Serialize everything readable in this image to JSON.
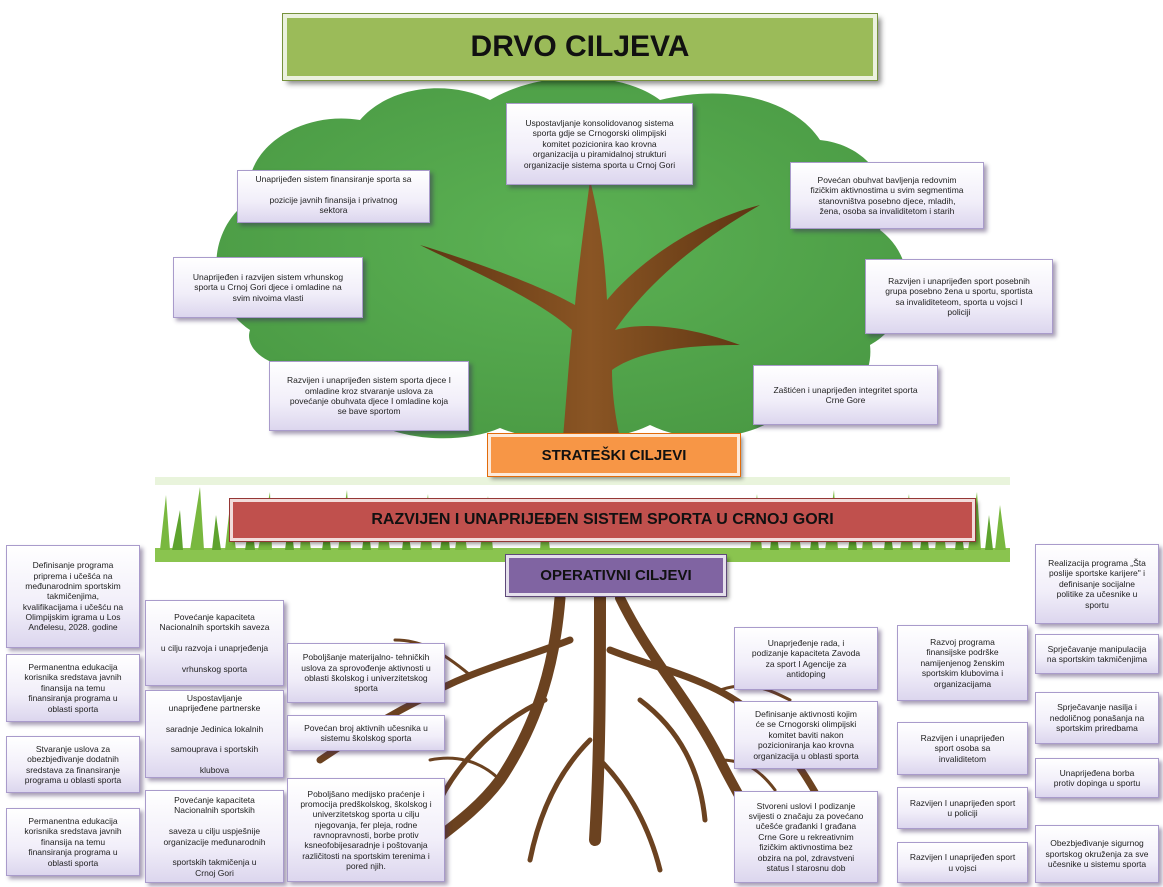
{
  "title": "DRVO CILJEVA",
  "strateski_label": "STRATEŠKI CILJEVI",
  "main_goal": "RAZVIJEN I UNAPRIJEĐEN SISTEM SPORTA U CRNOJ GORI",
  "operativni_label": "OPERATIVNI CILJEVI",
  "strategic_goals": [
    "Uspostavljanje konsolidovanog sistema\nsporta gdje se Crnogorski olimpijski\nkomitet pozicionira kao krovna\norganizacija u piramidalnoj strukturi\norganizacije sistema sporta u Crnoj Gori",
    "Unaprijeđen sistem finansiranje sporta sa\n\npozicije javnih  finansija i privatnog\nsektora",
    "Povećan obuhvat bavljenja redovnim\nfizičkim aktivnostima u svim segmentima\nstanovništva posebno djece, mladih,\nžena, osoba sa invaliditetom i starih",
    "Unaprijeđen i razvijen sistem vrhunskog\nsporta u Crnoj Gori djece i omladine na\nsvim nivoima vlasti",
    "Razvijen i unaprijeđen sport posebnih\ngrupa posebno žena u sportu, sportista\nsa invaliditeteom, sporta u  vojsci I\npoliciji",
    "Razvijen i unaprijeđen sistem sporta djece I\nomladine kroz stvaranje uslova za\npovećanje obuhvata djece I omladine koja\nse bave sportom",
    "Zaštićen i unaprijeđen integritet sporta\nCrne Gore"
  ],
  "operational_goals": [
    "Definisanje programa\npriprema i učešća na\nmeđunarodnim sportskim\ntakmičenjima,\nkvalifikacijama i učešću na\nOlimpijskim igrama u Los\nAnđelesu, 2028. godine",
    "Permanentna edukacija\nkorisnika sredstava javnih\nfinansija na temu\nfinansiranja programa u\noblasti sporta",
    "Stvaranje uslova za\nobezbjeđivanje dodatnih\nsredstava za finansiranje\nprograma u oblasti sporta",
    "Permanentna edukacija\nkorisnika sredstava javnih\nfinansija na temu\nfinansiranja programa u\noblasti sporta",
    "Povećanje kapaciteta\nNacionalnih sportskih saveza\n\nu cilju  razvoja i unaprjeđenja\n\nvrhunskog  sporta",
    "Uspostavljanje\nunaprijeđene partnerske\n\nsaradnje Jedinica  lokalnih\n\nsamouprava i sportskih\n\nklubova",
    "Povećanje kapaciteta\nNacionalnih sportskih\n\nsaveza u cilju uspješnije\norganizacije međunarodnih\n\nsportskih  takmičenja u\nCrnoj Gori",
    "Poboljšanje materijalno- tehničkih\nuslova za sprovođenje aktivnosti u\noblasti školskog i univerzitetskog\nsporta",
    "Povećan broj aktivnih učesnika u\nsistemu školskog sporta",
    "Poboljšano medijsko praćenje i\npromocija predškolskog, školskog i\nuniverzitetskog sporta u cilju\nnjegovanja, fer pleja, rodne\nravnopravnosti, borbe protiv\nksneofobijesaradnje i  poštovanja\nrazličitosti na sportskim terenima i\npored njih.",
    "Unaprjeđenje rada, i\npodizanje kapaciteta  Zavoda\nza sport I Agencije za\nantidoping",
    "Definisanje aktivnosti kojim\nće se Crnogorski olimpijski\nkomitet baviti nakon\npozicioniranja kao krovna\norganizacija u oblasti sporta",
    "Stvoreni uslovi I podizanje\nsvijesti o značaju za povećano\nučešće građanki I građana\nCrne Gore u rekreativnim\nfizičkim aktivnostima bez\nobzira na pol, zdravstveni\nstatus I  starosnu dob",
    "Razvoj programa\nfinansijske podrške\nnamijenjenog ženskim\nsportskim klubovima i\norganizacijama",
    "Razvijen i unaprijeđen\nsport osoba sa\ninvaliditetom",
    "Razvijen I unaprijeđen sport\nu policiji",
    "Razvijen I unaprijeđen sport\nu vojsci",
    "Realizacija programa „Šta\nposlije sportske karijere\" i\ndefinisanje socijalne\npolitike za učesnike u\nsportu",
    "Sprječavanje manipulacija\nna sportskim takmičenjima",
    "Sprječavanje nasilja i\nnedoličnog ponašanja na\nsportskim priredbama",
    "Unaprijeđena borba\nprotiv dopinga u sportu",
    "Obezbjeđivanje sigurnog\nsportskog okruženja za sve\nučesnike u sistemu sporta"
  ],
  "colors": {
    "title_bg": "#9bbb59",
    "foliage": "#56a84e",
    "trunk": "#7a4a1e",
    "roots": "#6b4220",
    "strateski_bg": "#f79646",
    "main_goal_bg": "#c0504d",
    "operativni_bg": "#8064a2"
  }
}
